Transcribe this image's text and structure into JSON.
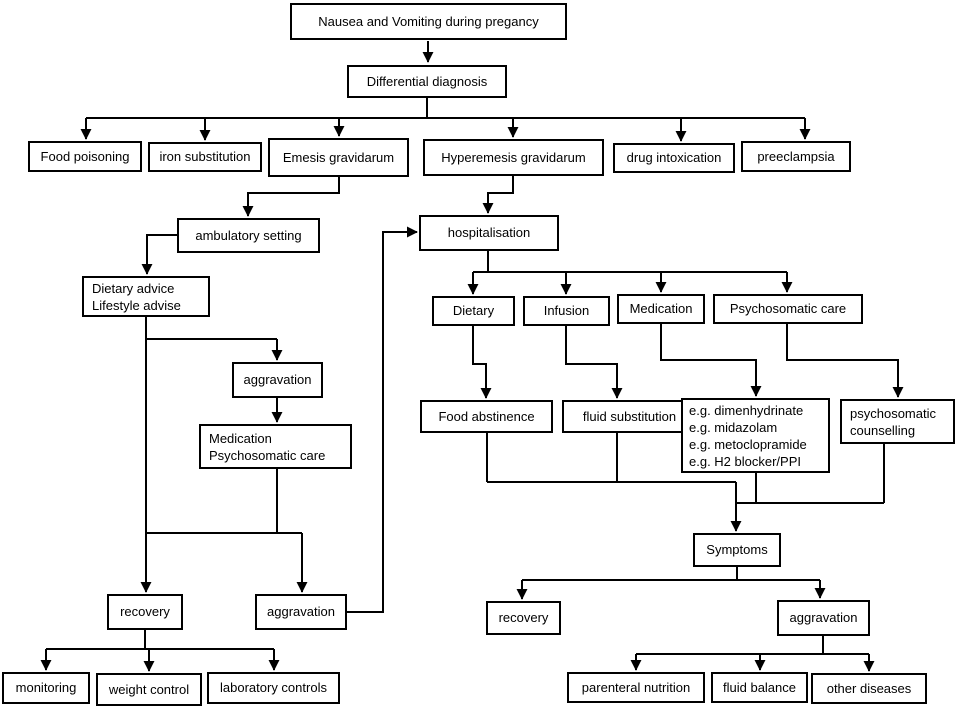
{
  "diagram": {
    "line_color": "#000000",
    "box_background": "#ffffff",
    "nodes": {
      "title": {
        "label": "Nausea and Vomiting during pregancy"
      },
      "differential": {
        "label": "Differential diagnosis"
      },
      "food_poisoning": {
        "label": "Food poisoning"
      },
      "iron_substitution": {
        "label": "iron substitution"
      },
      "emesis": {
        "label": "Emesis gravidarum"
      },
      "hyperemesis": {
        "label": "Hyperemesis gravidarum"
      },
      "drug_intoxication": {
        "label": "drug intoxication"
      },
      "preeclampsia": {
        "label": "preeclampsia"
      },
      "ambulatory": {
        "label": "ambulatory setting"
      },
      "hospitalisation": {
        "label": "hospitalisation"
      },
      "dietary_advice": {
        "lines": [
          "Dietary advice",
          "Lifestyle advise"
        ]
      },
      "aggravation_1": {
        "label": "aggravation"
      },
      "medication_psychosomatic": {
        "lines": [
          "Medication",
          "Psychosomatic care"
        ]
      },
      "dietary": {
        "label": "Dietary"
      },
      "infusion": {
        "label": "Infusion"
      },
      "medication": {
        "label": "Medication"
      },
      "psychosomatic_care": {
        "label": "Psychosomatic care"
      },
      "food_abstinence": {
        "label": "Food abstinence"
      },
      "fluid_substitution": {
        "label": "fluid substitution"
      },
      "medication_examples": {
        "lines": [
          "e.g. dimenhydrinate",
          "e.g. midazolam",
          "e.g. metoclopramide",
          "e.g. H2 blocker/PPI"
        ]
      },
      "psychosomatic_counselling": {
        "lines": [
          "psychosomatic",
          "counselling"
        ]
      },
      "symptoms": {
        "label": "Symptoms"
      },
      "recovery_1": {
        "label": "recovery"
      },
      "aggravation_2": {
        "label": "aggravation"
      },
      "recovery_2": {
        "label": "recovery"
      },
      "aggravation_3": {
        "label": "aggravation"
      },
      "monitoring": {
        "label": "monitoring"
      },
      "weight_control": {
        "label": "weight control"
      },
      "laboratory_controls": {
        "label": "laboratory controls"
      },
      "parenteral_nutrition": {
        "label": "parenteral nutrition"
      },
      "fluid_balance": {
        "label": "fluid balance"
      },
      "other_diseases": {
        "label": "other diseases"
      }
    }
  }
}
